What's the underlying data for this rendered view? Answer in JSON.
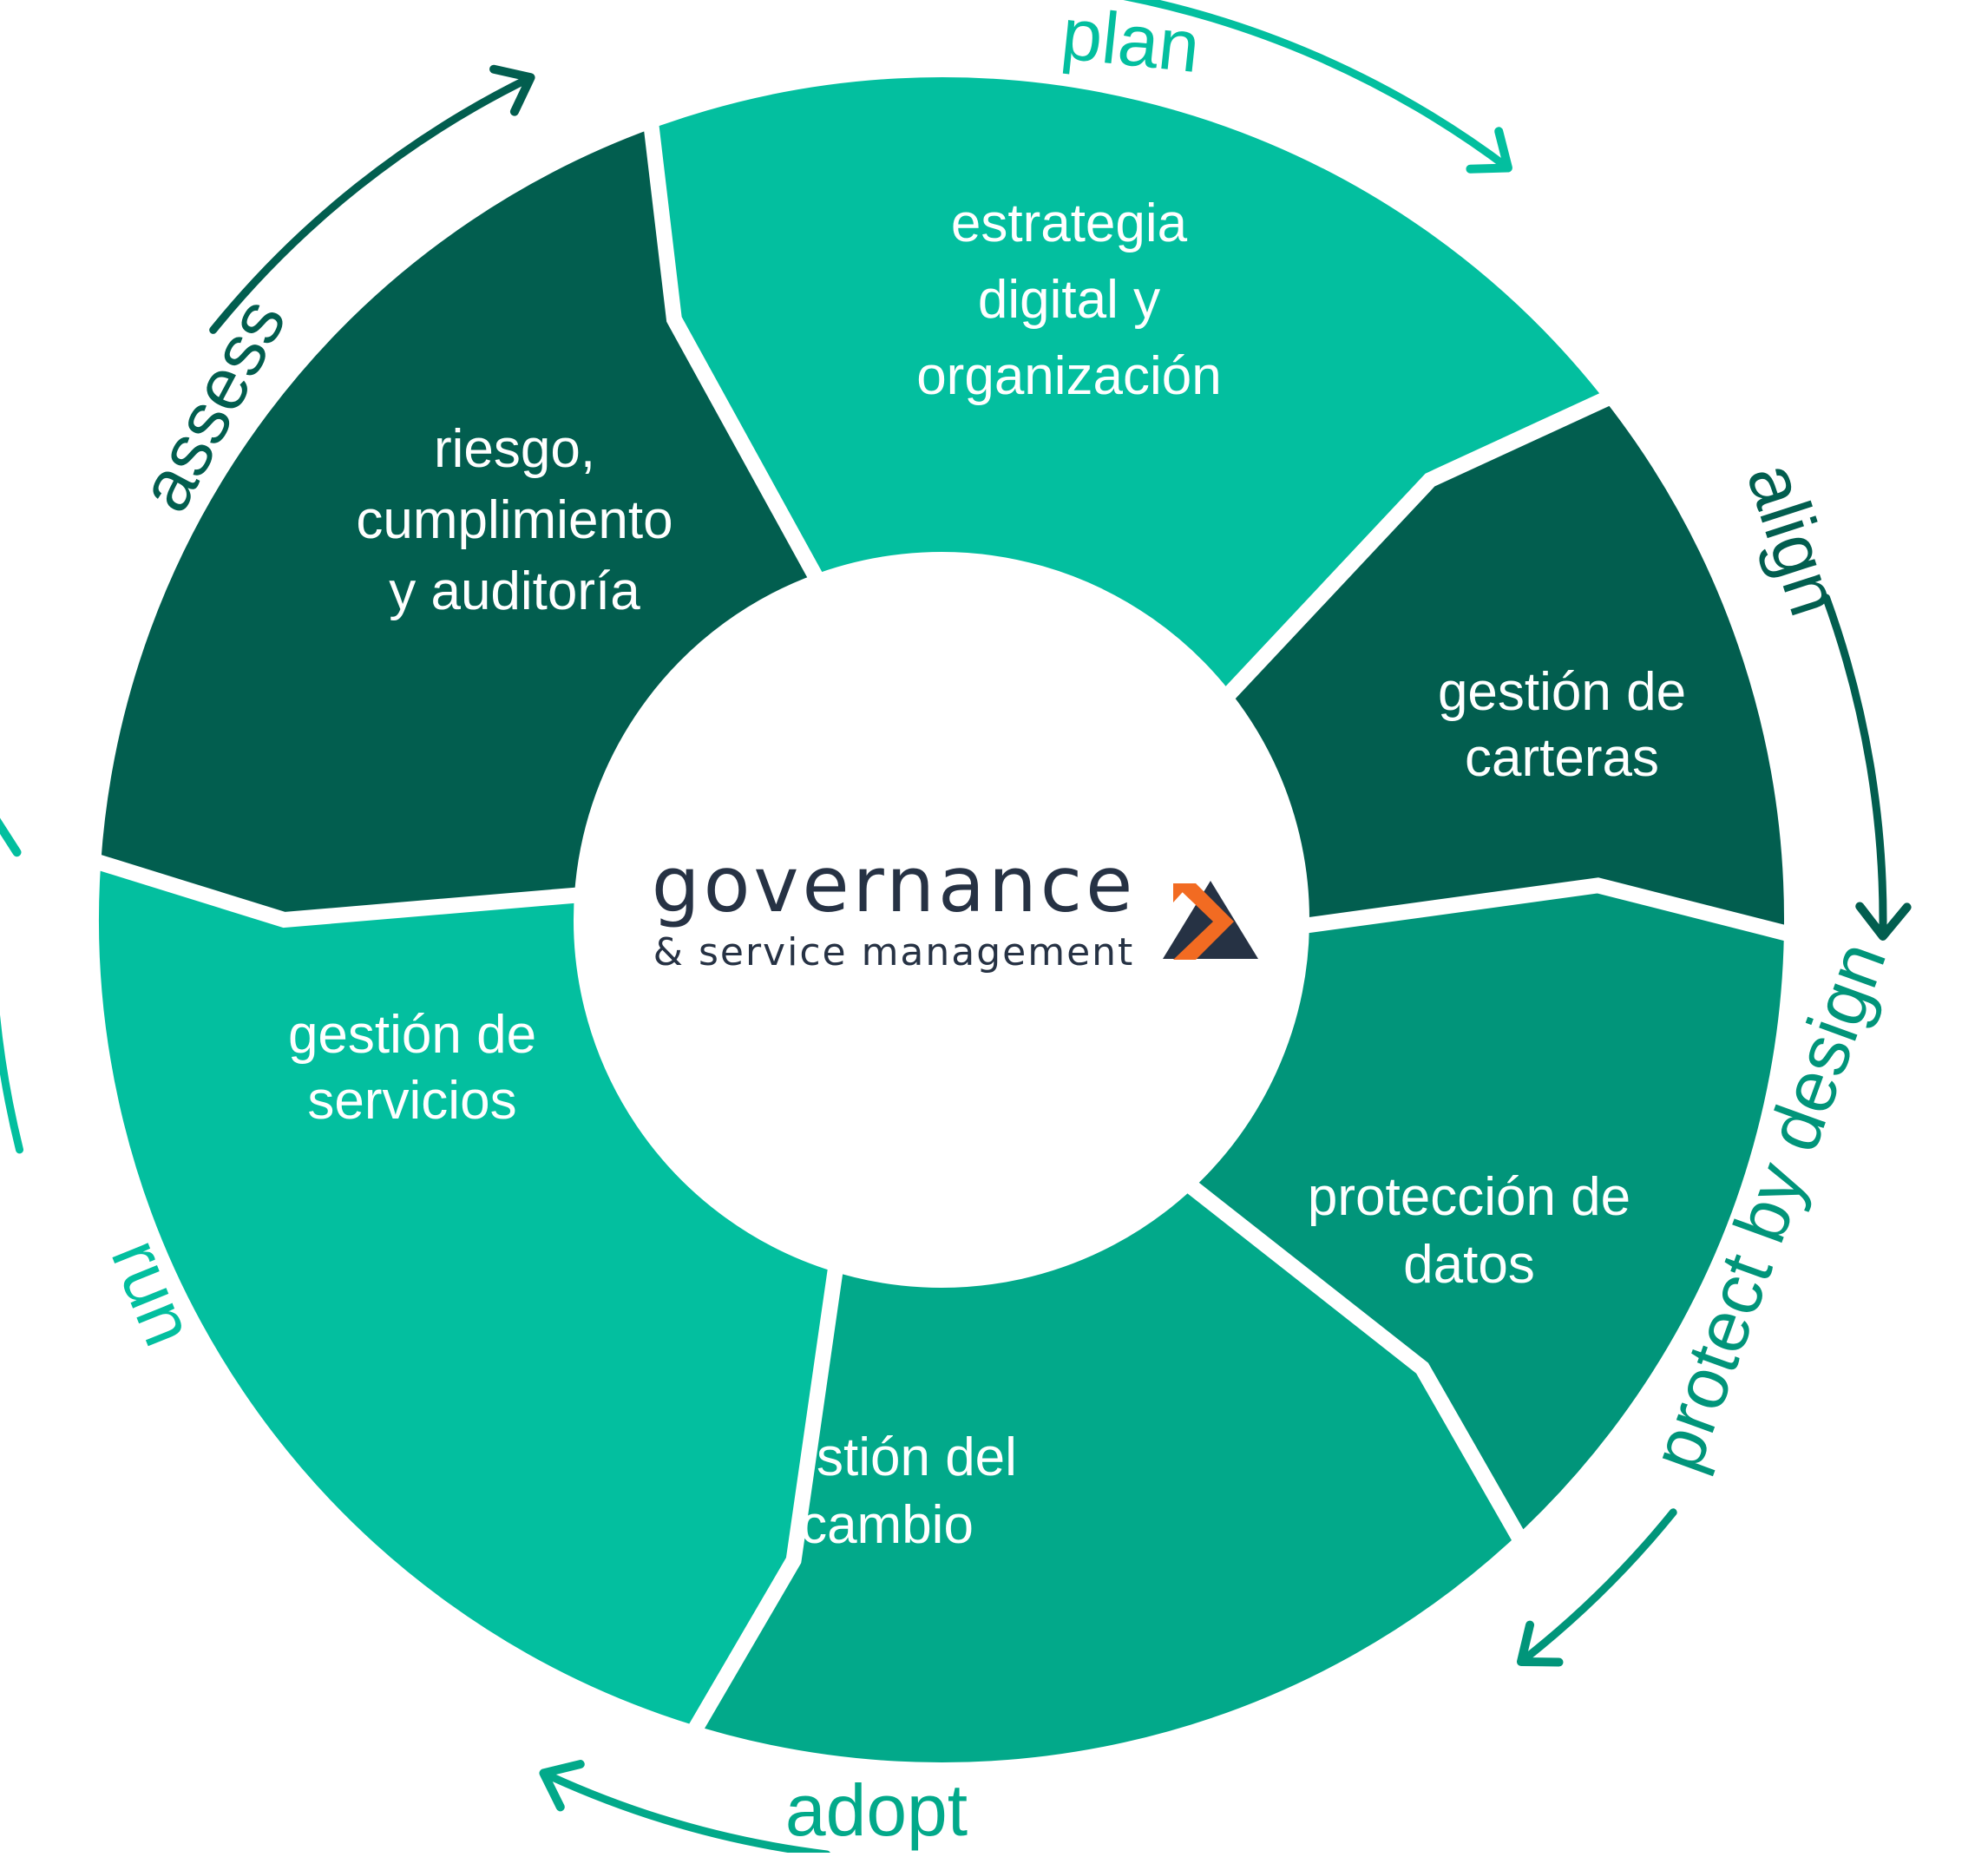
{
  "colors": {
    "light": "#03BF9F",
    "dark": "#025E4F",
    "mid": "#02A98A",
    "deep": "#01957A",
    "logo_text": "#263244",
    "logo_orange": "#F26B22"
  },
  "segments": [
    {
      "id": "estrategia",
      "color": "light",
      "lines": [
        "estrategia",
        "digital y",
        "organización"
      ]
    },
    {
      "id": "carteras",
      "color": "dark",
      "lines": [
        "gestión de",
        "carteras"
      ]
    },
    {
      "id": "proteccion",
      "color": "deep",
      "lines": [
        "protección de",
        "datos"
      ]
    },
    {
      "id": "cambio",
      "color": "mid",
      "lines": [
        "gestión del",
        "cambio"
      ]
    },
    {
      "id": "servicios",
      "color": "light",
      "lines": [
        "gestión de",
        "servicios"
      ]
    },
    {
      "id": "riesgo",
      "color": "dark",
      "lines": [
        "riesgo,",
        "cumplimiento",
        "y auditoría"
      ]
    }
  ],
  "phases": [
    {
      "id": "plan",
      "label": "plan",
      "color": "light"
    },
    {
      "id": "align",
      "label": "align",
      "color": "dark"
    },
    {
      "id": "protect",
      "label": "protect by design",
      "color": "deep"
    },
    {
      "id": "adopt",
      "label": "adopt",
      "color": "mid"
    },
    {
      "id": "run",
      "label": "run",
      "color": "light"
    },
    {
      "id": "assess",
      "label": "assess",
      "color": "dark"
    }
  ],
  "logo": {
    "title": "governance",
    "subtitle": "& service management"
  }
}
